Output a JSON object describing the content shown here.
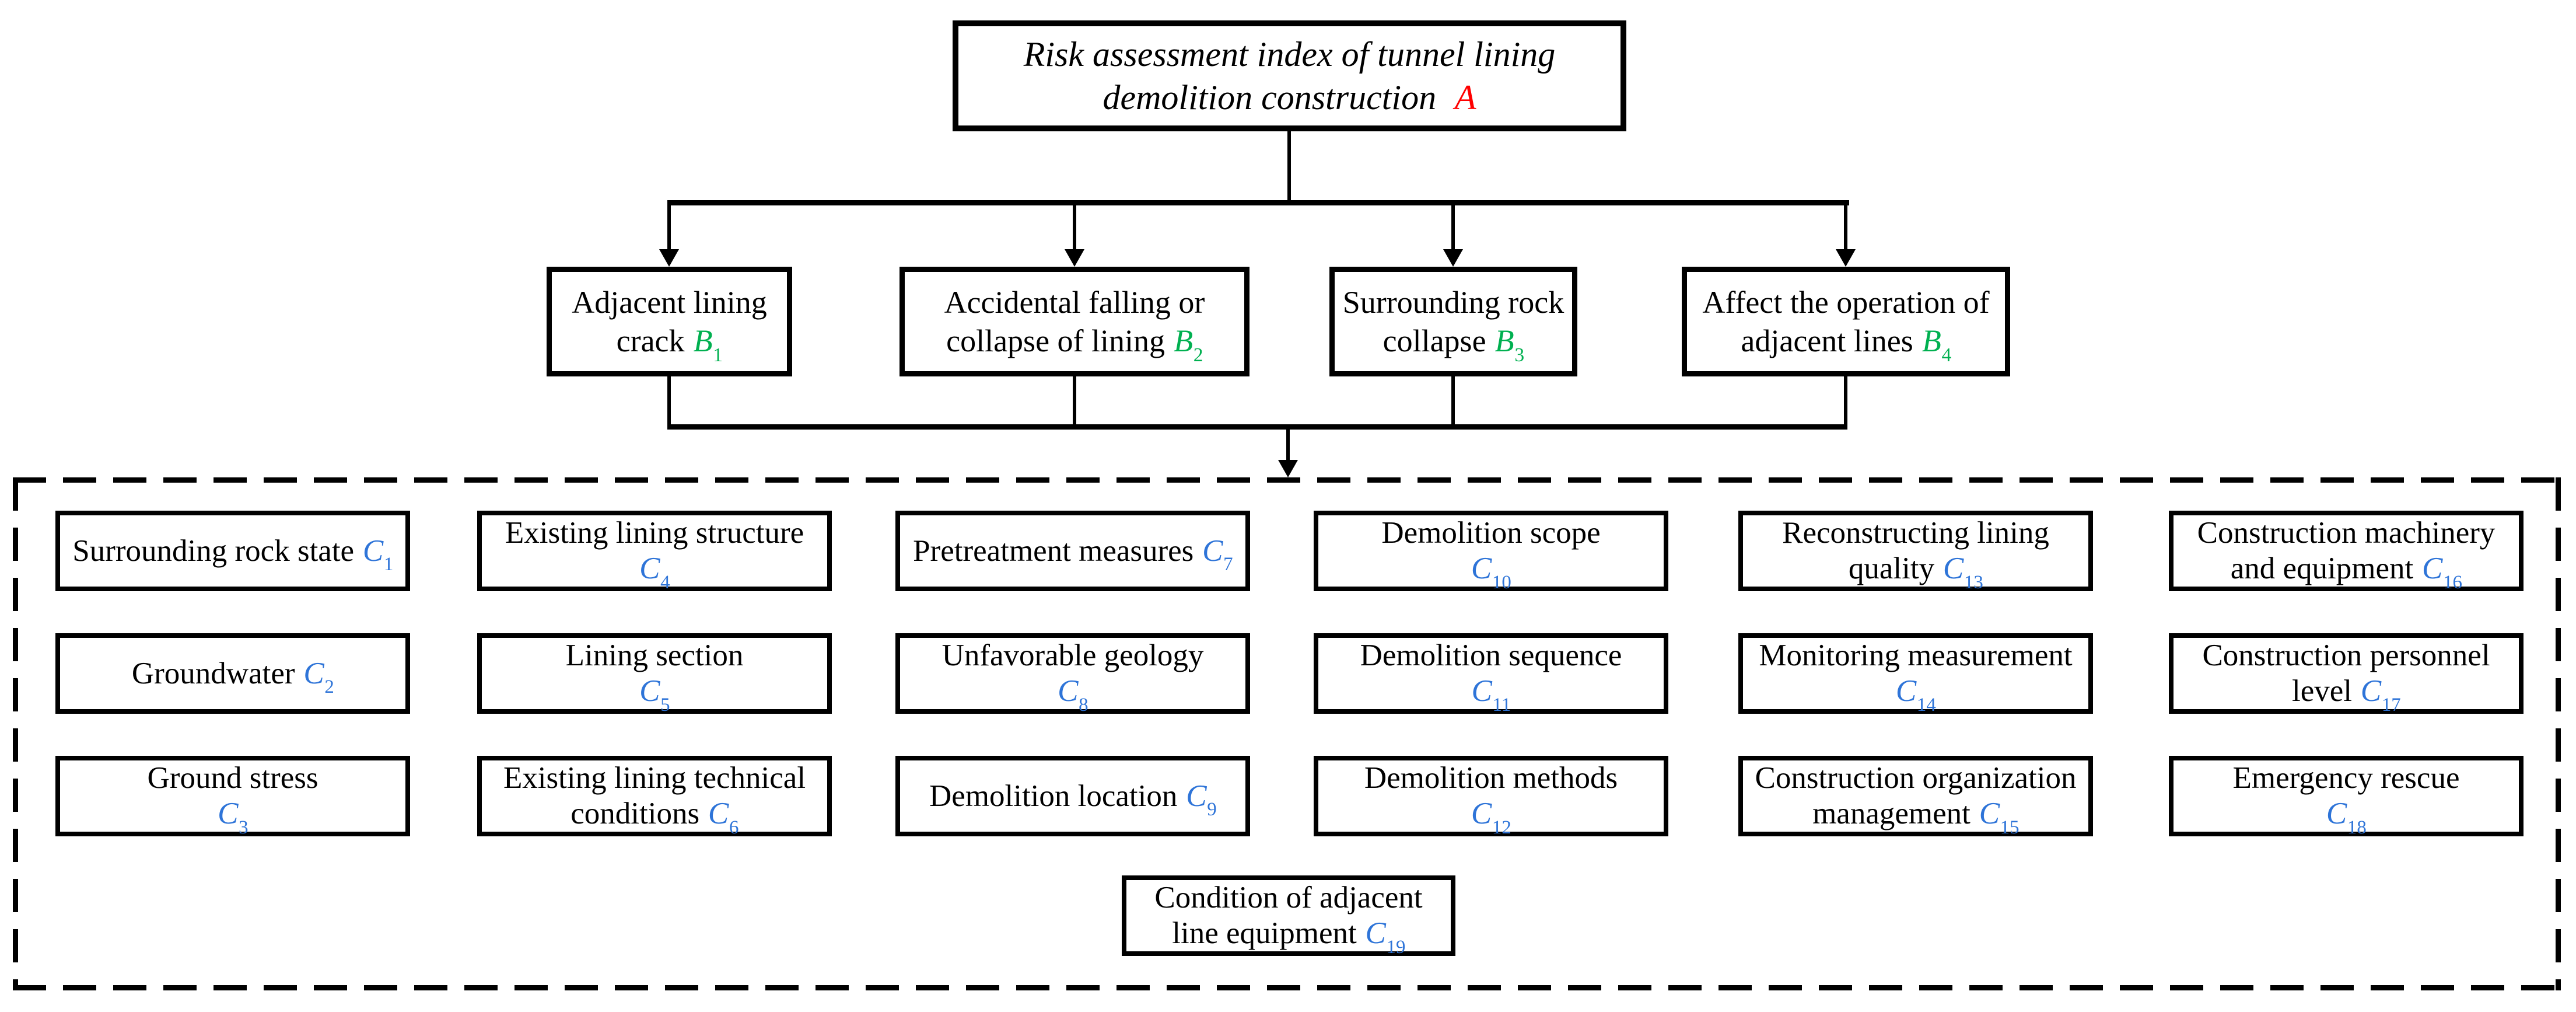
{
  "colors": {
    "label_a": "#ff0000",
    "label_b": "#00b050",
    "label_c": "#2e74d8",
    "line": "#000000",
    "background": "#ffffff"
  },
  "root_box": {
    "line1": "Risk assessment index of tunnel lining",
    "line2": "demolition construction",
    "label": "A"
  },
  "b_boxes": [
    {
      "id": "B1",
      "lines": [
        {
          "text": "Adjacent lining"
        },
        {
          "text": "crack",
          "label": "B",
          "sub": "1"
        }
      ]
    },
    {
      "id": "B2",
      "lines": [
        {
          "text": "Accidental falling or"
        },
        {
          "text": "collapse of lining",
          "label": "B",
          "sub": "2"
        }
      ]
    },
    {
      "id": "B3",
      "lines": [
        {
          "text": "Surrounding rock"
        },
        {
          "text": "collapse",
          "label": "B",
          "sub": "3"
        }
      ]
    },
    {
      "id": "B4",
      "lines": [
        {
          "text": "Affect the operation of"
        },
        {
          "text": "adjacent lines",
          "label": "B",
          "sub": "4"
        }
      ]
    }
  ],
  "c_boxes": [
    {
      "id": "C1",
      "lines": [
        {
          "text": "Surrounding rock state",
          "label": "C",
          "sub": "1"
        }
      ]
    },
    {
      "id": "C2",
      "lines": [
        {
          "text": "Groundwater",
          "label": "C",
          "sub": "2"
        }
      ]
    },
    {
      "id": "C3",
      "lines": [
        {
          "text": "Ground stress"
        },
        {
          "text": "",
          "label": "C",
          "sub": "3"
        }
      ]
    },
    {
      "id": "C4",
      "lines": [
        {
          "text": "Existing lining structure"
        },
        {
          "text": "",
          "label": "C",
          "sub": "4"
        }
      ]
    },
    {
      "id": "C5",
      "lines": [
        {
          "text": "Lining section"
        },
        {
          "text": "",
          "label": "C",
          "sub": "5"
        }
      ]
    },
    {
      "id": "C6",
      "lines": [
        {
          "text": "Existing lining technical"
        },
        {
          "text": "conditions",
          "label": "C",
          "sub": "6"
        }
      ]
    },
    {
      "id": "C7",
      "lines": [
        {
          "text": "Pretreatment measures",
          "label": "C",
          "sub": "7"
        }
      ]
    },
    {
      "id": "C8",
      "lines": [
        {
          "text": "Unfavorable geology"
        },
        {
          "text": "",
          "label": "C",
          "sub": "8"
        }
      ]
    },
    {
      "id": "C9",
      "lines": [
        {
          "text": "Demolition location",
          "label": "C",
          "sub": "9"
        }
      ]
    },
    {
      "id": "C10",
      "lines": [
        {
          "text": "Demolition scope"
        },
        {
          "text": "",
          "label": "C",
          "sub": "10"
        }
      ]
    },
    {
      "id": "C11",
      "lines": [
        {
          "text": "Demolition sequence"
        },
        {
          "text": "",
          "label": "C",
          "sub": "11"
        }
      ]
    },
    {
      "id": "C12",
      "lines": [
        {
          "text": "Demolition methods"
        },
        {
          "text": "",
          "label": "C",
          "sub": "12"
        }
      ]
    },
    {
      "id": "C13",
      "lines": [
        {
          "text": "Reconstructing lining"
        },
        {
          "text": "quality",
          "label": "C",
          "sub": "13"
        }
      ]
    },
    {
      "id": "C14",
      "lines": [
        {
          "text": "Monitoring measurement"
        },
        {
          "text": "",
          "label": "C",
          "sub": "14"
        }
      ]
    },
    {
      "id": "C15",
      "lines": [
        {
          "text": "Construction organization"
        },
        {
          "text": "management",
          "label": "C",
          "sub": "15"
        }
      ]
    },
    {
      "id": "C16",
      "lines": [
        {
          "text": "Construction machinery"
        },
        {
          "text": "and equipment",
          "label": "C",
          "sub": "16"
        }
      ]
    },
    {
      "id": "C17",
      "lines": [
        {
          "text": "Construction personnel"
        },
        {
          "text": "level",
          "label": "C",
          "sub": "17"
        }
      ]
    },
    {
      "id": "C18",
      "lines": [
        {
          "text": "Emergency rescue"
        },
        {
          "text": "",
          "label": "C",
          "sub": "18"
        }
      ]
    }
  ],
  "c19_box": {
    "id": "C19",
    "lines": [
      {
        "text": "Condition of adjacent"
      },
      {
        "text": "line equipment",
        "label": "C",
        "sub": "19"
      }
    ]
  }
}
